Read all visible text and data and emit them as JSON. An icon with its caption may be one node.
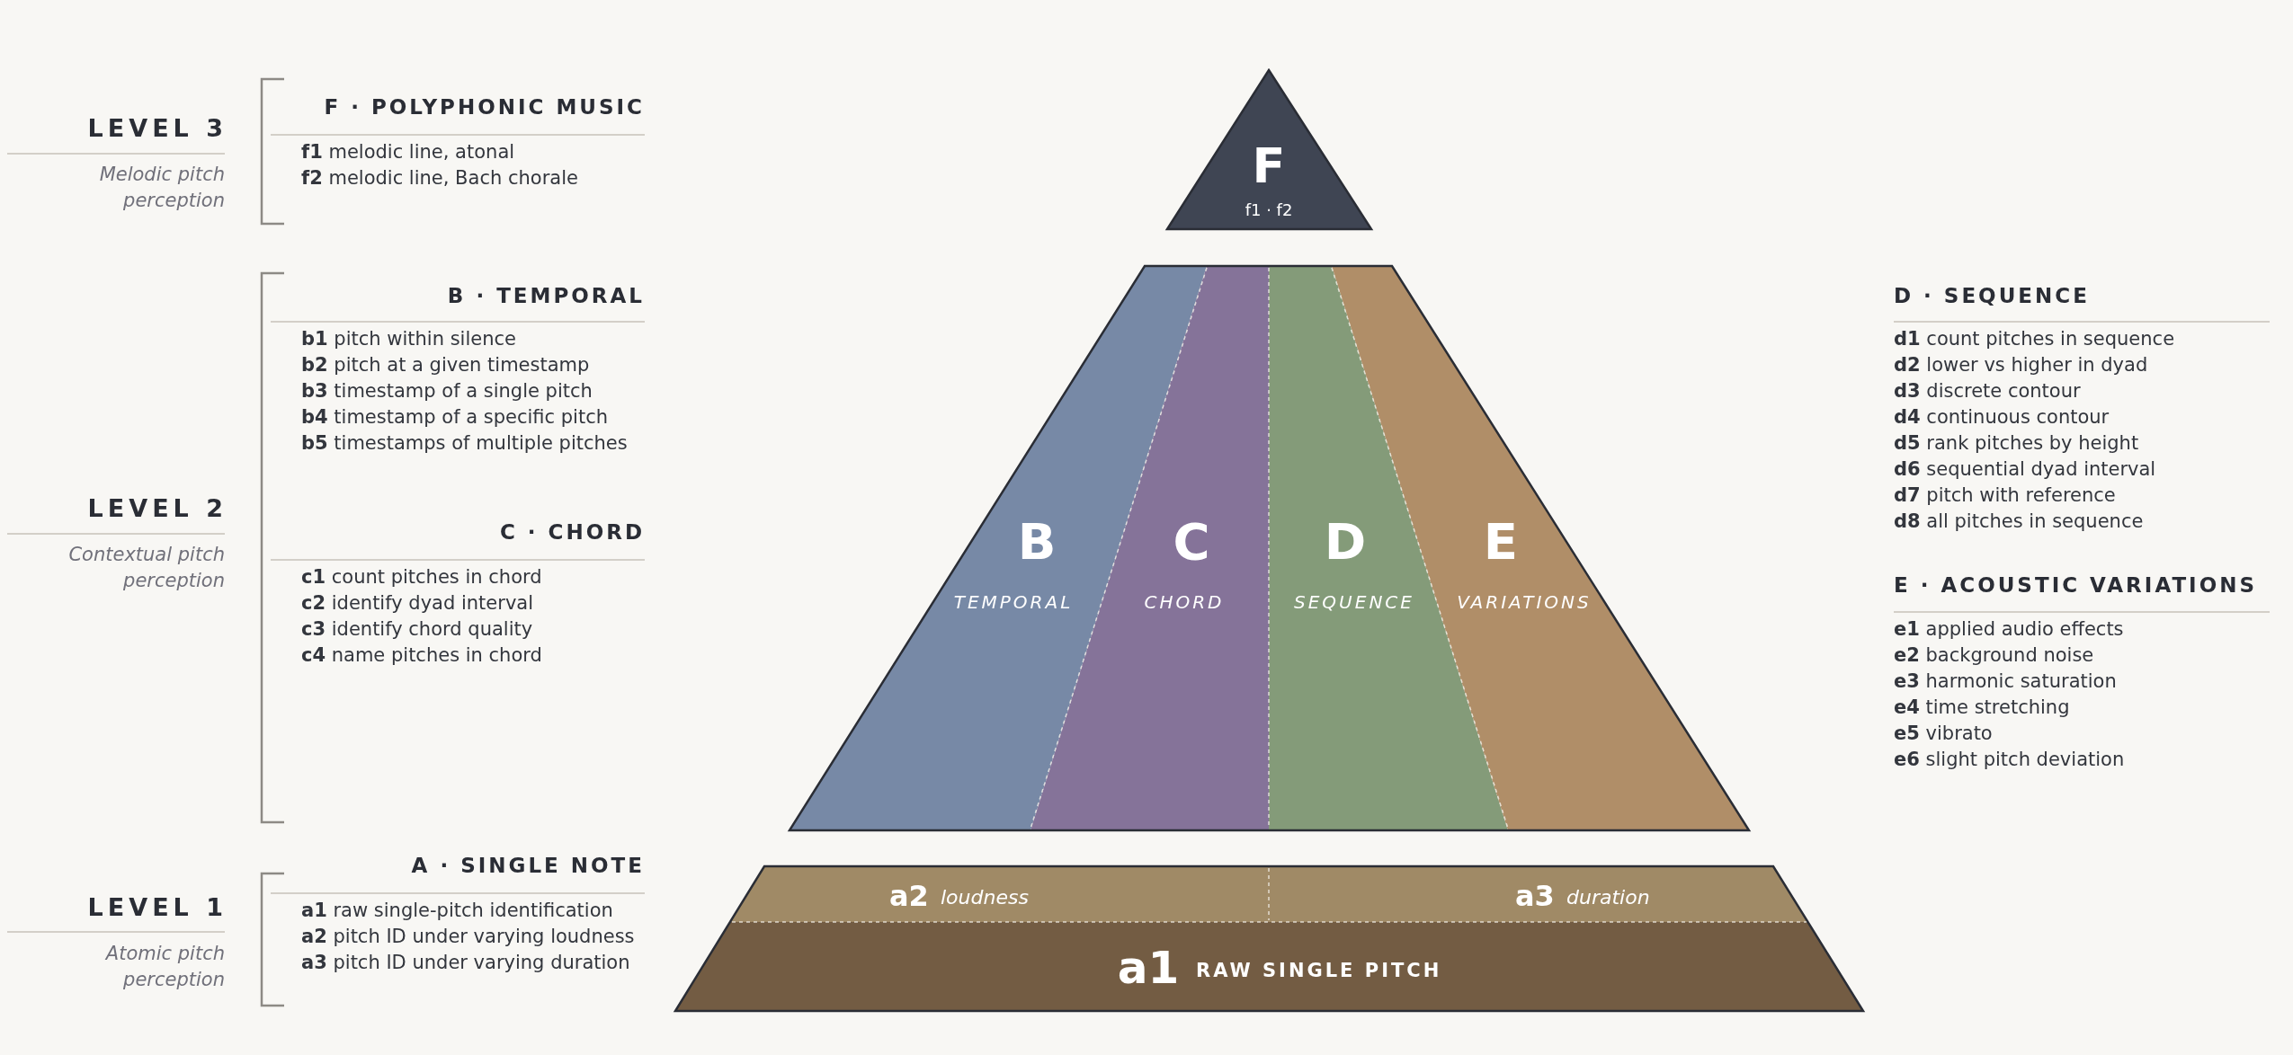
{
  "diagram": {
    "nodes": [
      {
        "text": [
          "F",
          "f1 · f2"
        ]
      },
      {
        "text": [
          "B",
          "TEMPORAL"
        ]
      },
      {
        "text": [
          "C",
          "CHORD"
        ]
      },
      {
        "text": [
          "D",
          "SEQUENCE"
        ]
      },
      {
        "text": [
          "E",
          "VARIATIONS"
        ]
      },
      {
        "text": [
          "a2",
          "loudness"
        ]
      },
      {
        "text": [
          "a3",
          "duration"
        ]
      },
      {
        "text": [
          "a1",
          "RAW SINGLE PITCH"
        ]
      }
    ],
    "labels": [
      "LEVEL 3",
      "Melodic pitch perception",
      "F · POLYPHONIC MUSIC",
      "**f1** melodic line, atonal",
      "**f2** melodic line, Bach chorale",
      "LEVEL 2",
      "Contextual pitch perception",
      "B · TEMPORAL",
      "**b1** pitch within silence",
      "**b2** pitch at a given timestamp",
      "**b3** timestamp of a single pitch",
      "**b4** timestamp of a specific pitch",
      "**b5** timestamps of multiple pitches",
      "C · CHORD",
      "**c1** count pitches in chord",
      "**c2** identify dyad interval",
      "**c3** identify chord quality",
      "**c4** name pitches in chord",
      "LEVEL 1",
      "Atomic pitch perception",
      "A · SINGLE NOTE",
      "**a1** raw single-pitch identification",
      "**a2** pitch ID under varying loudness",
      "**a3** pitch ID under varying duration",
      "D · SEQUENCE",
      "**d1** count pitches in sequence",
      "**d2** lower vs higher in dyad",
      "**d3** discrete contour",
      "**d4** continuous contour",
      "**d5** rank pitches by height",
      "**d6** sequential dyad interval",
      "**d7** pitch with reference",
      "**d8** all pitches in sequence",
      "E · ACOUSTIC VARIATIONS",
      "**e1** applied audio effects",
      "**e2** background noise",
      "**e3** harmonic saturation",
      "**e4** time stretching",
      "**e5** vibrato",
      "**e6** slight pitch deviation"
    ]
  }
}
